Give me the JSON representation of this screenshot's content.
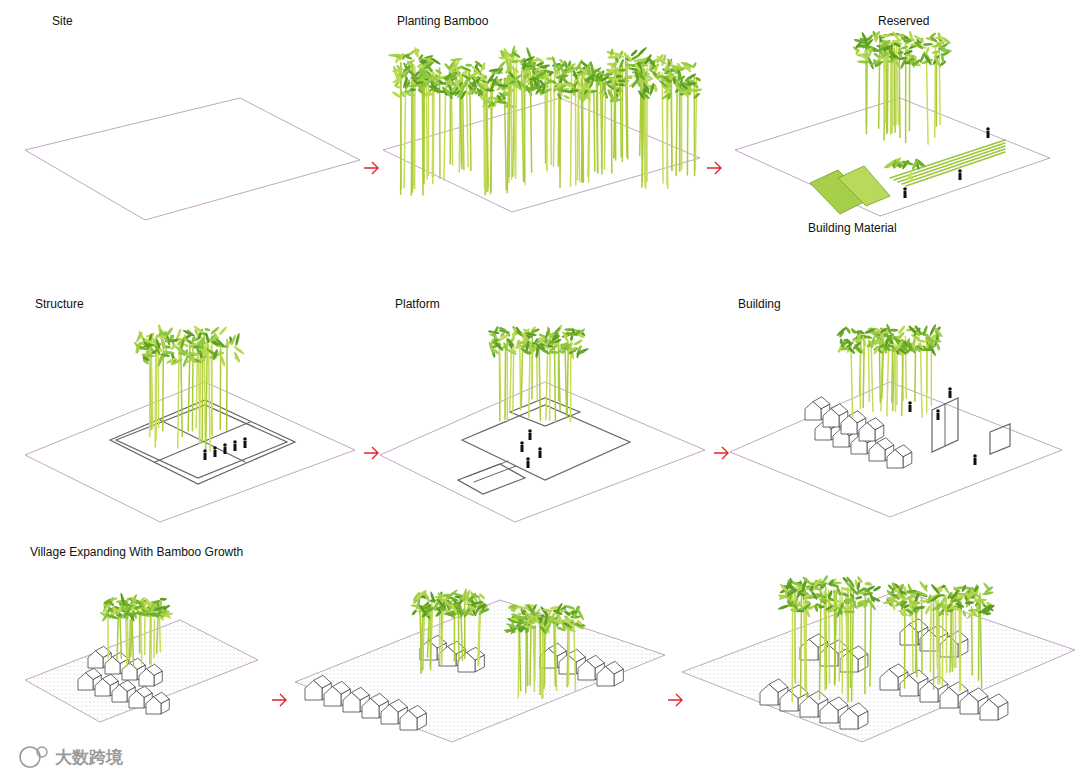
{
  "diagram": {
    "labels": [
      "Site",
      "Planting Bamboo",
      "Reserved",
      "Building Material",
      "Structure",
      "Platform",
      "Building",
      "Village Expanding With Bamboo Growth",
      "大数跨境"
    ]
  }
}
